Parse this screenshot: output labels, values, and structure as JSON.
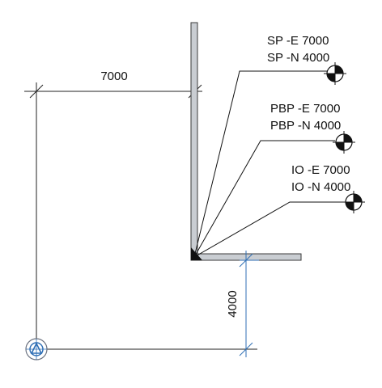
{
  "dimensions": {
    "horizontal": "7000",
    "vertical": "4000"
  },
  "annotations": [
    {
      "line1": "SP -E 7000",
      "line2": "SP -N 4000"
    },
    {
      "line1": "PBP -E 7000",
      "line2": "PBP -N 4000"
    },
    {
      "line1": "IO -E 7000",
      "line2": "IO -N 4000"
    }
  ],
  "icons": {
    "target": "target-marker-icon",
    "survey_point": "survey-point-icon"
  },
  "colors": {
    "wall_fill": "#c9cdd2",
    "wall_stroke": "#3a3a3a",
    "dimension_line": "#2f6fb5",
    "leader_line": "#111111",
    "text": "#111111"
  }
}
